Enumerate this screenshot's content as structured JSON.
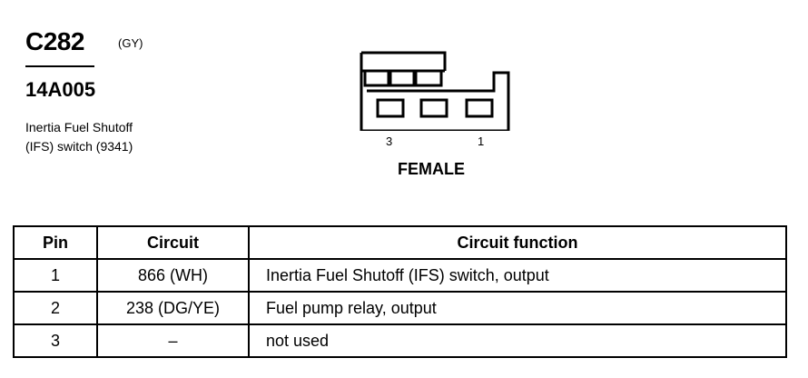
{
  "header": {
    "connector_id": "C282",
    "connector_color": "(GY)",
    "part_number": "14A005",
    "description": "Inertia Fuel Shutoff\n(IFS) switch (9341)"
  },
  "diagram": {
    "pin_left": "3",
    "pin_right": "1",
    "gender": "FEMALE"
  },
  "table": {
    "headers": {
      "pin": "Pin",
      "circuit": "Circuit",
      "function": "Circuit function"
    },
    "rows": [
      {
        "pin": "1",
        "circuit": "866 (WH)",
        "function": "Inertia Fuel Shutoff (IFS) switch, output"
      },
      {
        "pin": "2",
        "circuit": "238 (DG/YE)",
        "function": "Fuel pump relay, output"
      },
      {
        "pin": "3",
        "circuit": "–",
        "function": "not used"
      }
    ]
  }
}
